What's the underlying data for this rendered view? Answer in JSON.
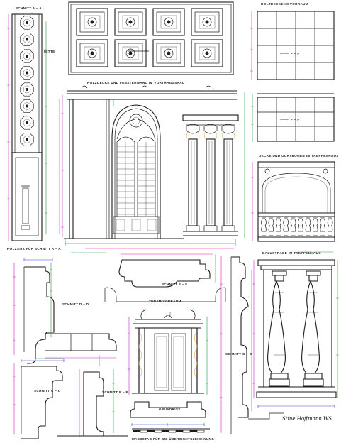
{
  "labels": {
    "schnitt_aa": "SCHNITT A – A",
    "holzdecke_vorraum": "HOLZDECKE IM VORRAUM",
    "holzdecke_fensterwand": "HOLZDECKE UND FENSTERWAND IM VORTRAGSSAAL",
    "decke_gurtbogen": "DECKE UND GURTBOGEN IM TREPPENHAUS",
    "balustrade": "BALUSTRADE IM TREPPENHAUS",
    "holzsitz": "HOLZSITZ FÜR SCHNITT A – A",
    "schnitt_dd": "SCHNITT D – D",
    "schnitt_ff": "SCHNITT F – F",
    "tuer_vorraum": "TÜR IM VORRAUM",
    "schnitt_gg": "SCHNITT G – G",
    "schnitt_cc": "SCHNITT C – C",
    "schnitt_ee": "SCHNITT E – E",
    "grundriss": "GRUNDRISS",
    "massstab": "MASSSTAB FÜR DIE ÜBERSICHTSZEICHNUNG",
    "mitte": "MITTE",
    "ff_marker": "F – F",
    "signature": "Stine Hoffmann WS"
  },
  "colors": {
    "ink": "#1b1b1b",
    "magenta": "#d020c8",
    "green": "#1f9a3a",
    "blue": "#2a48d8",
    "orange": "#e0a020",
    "paper": "#ffffff"
  }
}
